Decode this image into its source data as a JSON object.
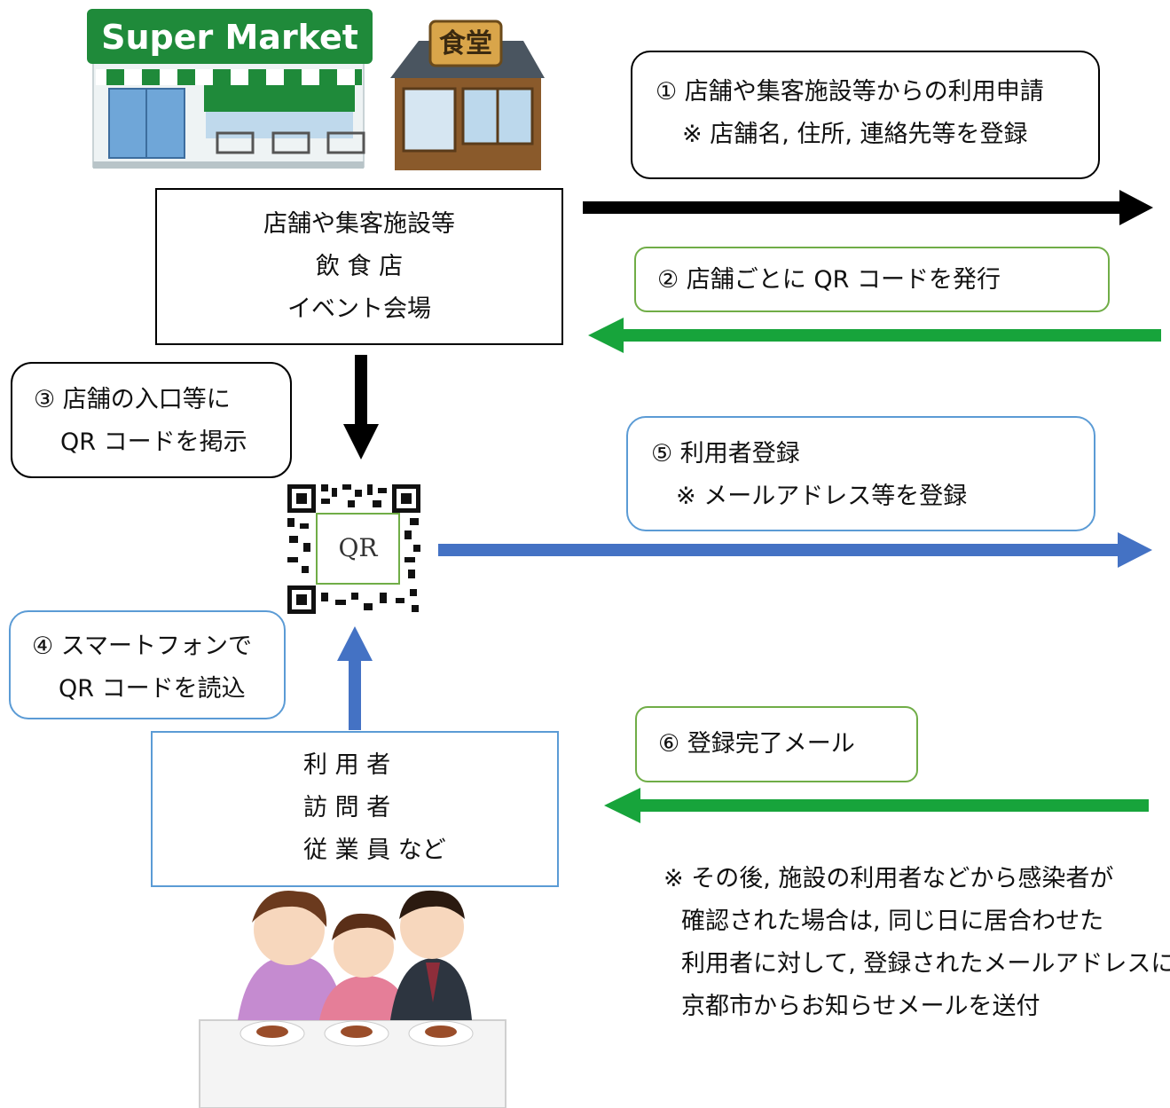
{
  "illustrations": {
    "supermarket_sign": "Super Market",
    "shokudo_sign": "食堂"
  },
  "qr": {
    "label": "QR"
  },
  "facility_box": {
    "lines": [
      "店舗や集客施設等",
      "飲 食 店",
      "イベント会場"
    ]
  },
  "users_box": {
    "lines": [
      "利 用 者",
      "訪 問 者",
      "従 業 員 など"
    ]
  },
  "steps": {
    "step1": {
      "lines": [
        "① 店舗や集客施設等からの利用申請",
        "※ 店舗名, 住所, 連絡先等を登録"
      ]
    },
    "step2": {
      "lines": [
        "② 店舗ごとに QR コードを発行"
      ]
    },
    "step3": {
      "lines": [
        "③ 店舗の入口等に",
        "QR コードを掲示"
      ]
    },
    "step4": {
      "lines": [
        "④ スマートフォンで",
        "QR コードを読込"
      ]
    },
    "step5": {
      "lines": [
        "⑤ 利用者登録",
        "※ メールアドレス等を登録"
      ]
    },
    "step6": {
      "lines": [
        "⑥ 登録完了メール"
      ]
    }
  },
  "note": {
    "lines": [
      "※ その後, 施設の利用者などから感染者が",
      "確認された場合は, 同じ日に居合わせた",
      "利用者に対して, 登録されたメールアドレスに",
      "京都市からお知らせメールを送付"
    ]
  },
  "colors": {
    "black": "#000000",
    "green": "#17a43b",
    "blue": "#4472c4",
    "green_border": "#70ad47",
    "blue_border": "#5b9bd5",
    "sign_green": "#1f8a3a"
  }
}
